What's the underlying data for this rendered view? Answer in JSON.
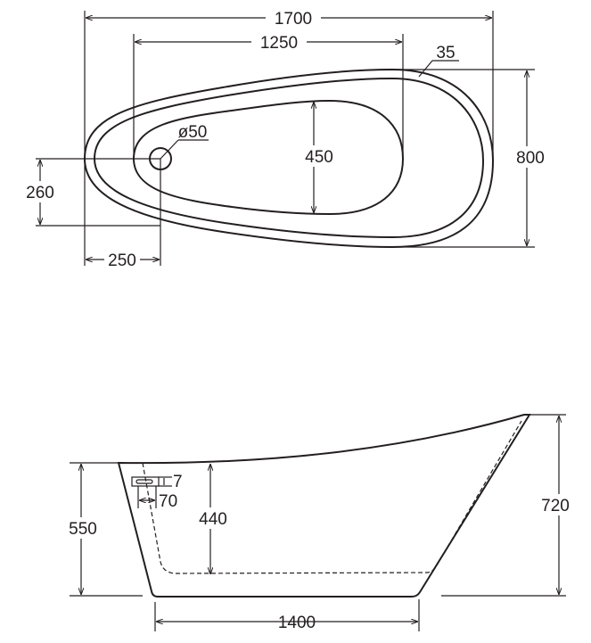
{
  "top_view": {
    "overall_length": "1700",
    "inner_length": "1250",
    "rim_width": "35",
    "overall_width": "800",
    "basin_width": "450",
    "drain_diameter": "ø50",
    "drain_offset_y": "260",
    "drain_offset_x": "250"
  },
  "side_view": {
    "low_end_height": "550",
    "inner_depth": "440",
    "overflow_height": "7",
    "overflow_width": "70",
    "high_end_height": "720",
    "base_length": "1400"
  },
  "colors": {
    "line": "#231f20",
    "background": "#ffffff"
  }
}
